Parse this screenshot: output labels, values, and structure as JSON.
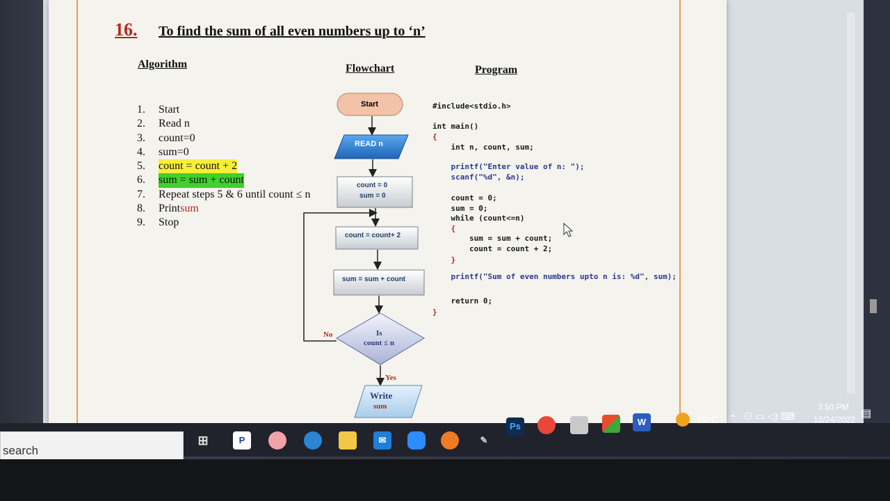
{
  "document": {
    "problem_number": "16.",
    "title": "To find the sum of all even numbers up to ‘n’",
    "headings": {
      "algorithm": "Algorithm",
      "flowchart": "Flowchart",
      "program": "Program"
    },
    "algorithm_steps": [
      {
        "n": "1.",
        "text": "Start"
      },
      {
        "n": "2.",
        "text": "Read n"
      },
      {
        "n": "3.",
        "text": "count=0"
      },
      {
        "n": "4.",
        "text": "sum=0"
      },
      {
        "n": "5.",
        "text": "count = count + 2"
      },
      {
        "n": "6.",
        "text": "sum = sum + count"
      },
      {
        "n": "7.",
        "text": "Repeat steps 5 & 6 until count ≤ n"
      },
      {
        "n": "8.",
        "text_a": "Print ",
        "text_b": "sum"
      },
      {
        "n": "9.",
        "text": "Stop"
      }
    ],
    "flowchart": {
      "start": "Start",
      "read": "READ n",
      "init_1": "count = 0",
      "init_2": "sum = 0",
      "step_count": "count = count+ 2",
      "step_sum": "sum = sum + count",
      "decision_1": "Is",
      "decision_2": "count ≤ n",
      "no": "No",
      "yes": "Yes",
      "write_1": "Write",
      "write_2": "sum"
    },
    "program": [
      "#include<stdio.h>",
      "int main()",
      "{",
      "    int n, count, sum;",
      "    printf(\"Enter value of n: \");",
      "    scanf(\"%d\", &n);",
      "    count = 0;",
      "    sum = 0;",
      "    while (count<=n)",
      "    {",
      "        sum = sum + count;",
      "        count = count + 2;",
      "    }",
      "    printf(\"Sum of even numbers upto n is: %d\", sum);",
      "    return 0;",
      "}"
    ]
  },
  "taskbar": {
    "search_placeholder": "search",
    "temperature": "29°C",
    "time": "3:50 PM",
    "date": "12/24/2022",
    "icons": [
      "task-view-icon",
      "p-app-icon",
      "app-icon",
      "edge-icon",
      "file-explorer-icon",
      "mail-icon",
      "zoom-icon",
      "firefox-icon",
      "app-icon-2",
      "photoshop-icon",
      "chrome-icon",
      "store-icon",
      "office-icon",
      "word-icon"
    ],
    "photoshop_label": "Ps",
    "word_label": "W"
  },
  "colors": {
    "accent_red": "#b52a1e",
    "highlight_yellow": "#f7ee3a",
    "highlight_green": "#3fd12c",
    "flow_blue": "#2d7fd6",
    "flow_start": "#f2c3a8"
  }
}
